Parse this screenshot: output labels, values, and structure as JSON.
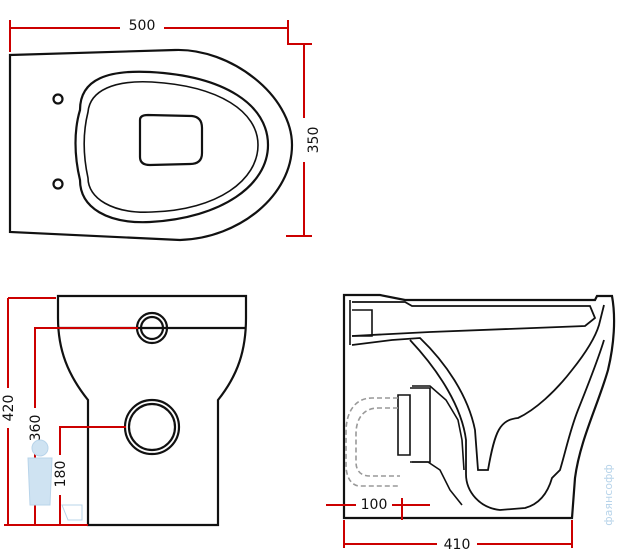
{
  "top_view": {
    "width_label": "500",
    "depth_label": "350"
  },
  "front_view": {
    "height_label": "420",
    "upper_outlet_label": "360",
    "lower_outlet_label": "180"
  },
  "side_view": {
    "offset_label": "100",
    "depth_label": "410"
  },
  "watermark": {
    "text": "фаянсофф"
  },
  "colors": {
    "dimension": "#cc0000",
    "outline": "#111111",
    "dashed": "#999999",
    "watermark": "#b8d4ea"
  }
}
